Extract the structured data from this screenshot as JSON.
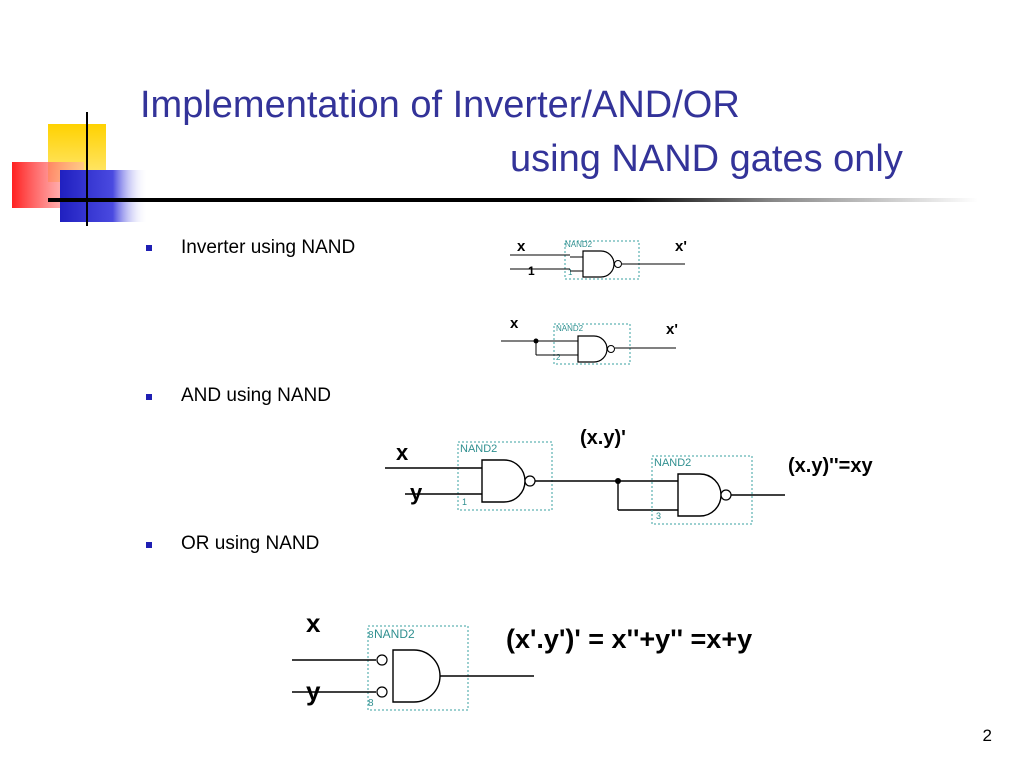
{
  "slide": {
    "title_line1": "Implementation of  Inverter/AND/OR",
    "title_line2": "using NAND gates only",
    "page_number": "2"
  },
  "bullets": [
    {
      "text": "Inverter using NAND"
    },
    {
      "text": "AND using NAND"
    },
    {
      "text": "OR using NAND"
    }
  ],
  "diagrams": {
    "inverter_1": {
      "input": "x",
      "output": "x'",
      "gate": "NAND2",
      "pin1": "1",
      "pin2": "1"
    },
    "inverter_2": {
      "input": "x",
      "output": "x'",
      "gate": "NAND2",
      "pin": "2"
    },
    "and_gate": {
      "input_x": "x",
      "input_y": "y",
      "gate1": "NAND2",
      "gate1_pin": "1",
      "mid_label": "(x.y)'",
      "gate2": "NAND2",
      "gate2_pin": "3",
      "output": "(x.y)''=xy"
    },
    "or_gate": {
      "input_x": "x",
      "input_y": "y",
      "gate": "NAND2",
      "gate_pin_top": "8",
      "gate_pin_bottom": "8",
      "output": "(x'.y')' = x''+y'' =x+y"
    }
  },
  "colors": {
    "title": "#333399",
    "bullet": "#1f1fb3",
    "gate_label": "#2f8f8f",
    "logo_yellow": "#ffd200",
    "logo_blue": "#2424c8",
    "logo_red": "#ff3b3b"
  }
}
